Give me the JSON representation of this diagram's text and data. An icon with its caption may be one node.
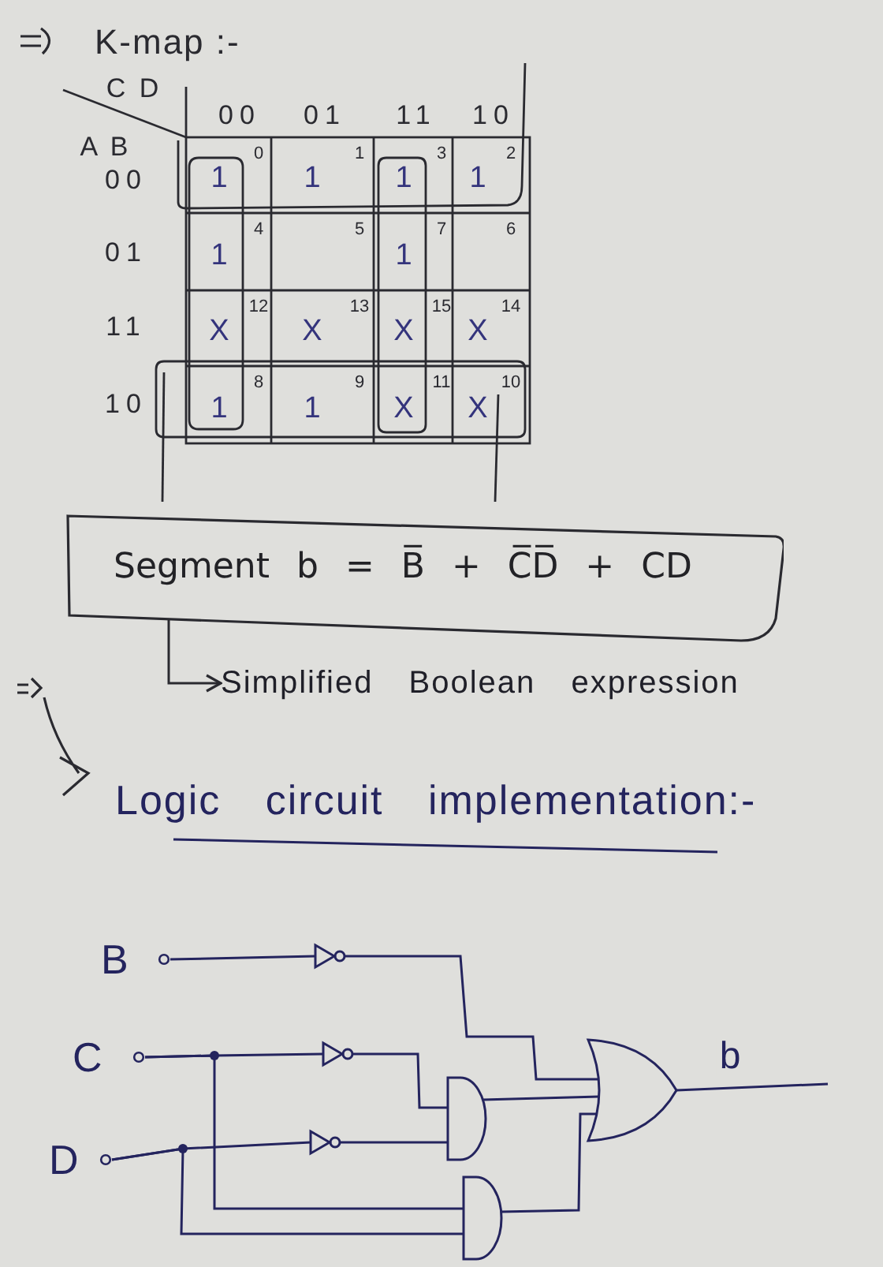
{
  "diagram": {
    "title": "K-map :-",
    "nodes": [
      {
        "text": [
          "Segment b = B̅ + C̅D̅ + CD"
        ]
      },
      {
        "text": [
          "Simplified Boolean expression"
        ]
      },
      {
        "text": [
          "B"
        ]
      },
      {
        "text": [],
        "shape": "not-gate"
      },
      {
        "text": [
          "C"
        ]
      },
      {
        "text": [],
        "shape": "not-gate"
      },
      {
        "text": [
          "D"
        ]
      },
      {
        "text": [],
        "shape": "not-gate"
      },
      {
        "text": [],
        "shape": "and-gate"
      },
      {
        "text": [],
        "shape": "and-gate"
      },
      {
        "text": [],
        "shape": "or-gate"
      }
    ],
    "edges": [
      {
        "from": 0,
        "to": 1,
        "arrow": "to",
        "color": "#2a2a30"
      },
      {
        "from": 2,
        "to": 3,
        "arrow": "none"
      },
      {
        "from": 3,
        "to": 10,
        "arrow": "none"
      },
      {
        "from": 4,
        "to": 5,
        "arrow": "none"
      },
      {
        "from": 4,
        "to": 9,
        "arrow": "none"
      },
      {
        "from": 6,
        "to": 7,
        "arrow": "none"
      },
      {
        "from": 6,
        "to": 9,
        "arrow": "none"
      },
      {
        "from": 5,
        "to": 8,
        "arrow": "none"
      },
      {
        "from": 7,
        "to": 8,
        "arrow": "none"
      },
      {
        "from": 8,
        "to": 10,
        "arrow": "none"
      },
      {
        "from": 9,
        "to": 10,
        "arrow": "none"
      },
      {
        "from": 10,
        "to": null,
        "arrow": "none",
        "label": "b"
      }
    ],
    "labels": [
      "C D",
      "A B",
      "00",
      "01",
      "11",
      "10",
      "00",
      "0",
      "1",
      "1",
      "1",
      "3",
      "1",
      "2",
      "1",
      "01",
      "4",
      "1",
      "5",
      "7",
      "1",
      "6",
      "11",
      "12",
      "X",
      "13",
      "X",
      "15",
      "X",
      "14",
      "X",
      "10",
      "8",
      "1",
      "9",
      "1",
      "11",
      "X",
      "10",
      "X",
      "Logic circuit implementation:-"
    ]
  }
}
